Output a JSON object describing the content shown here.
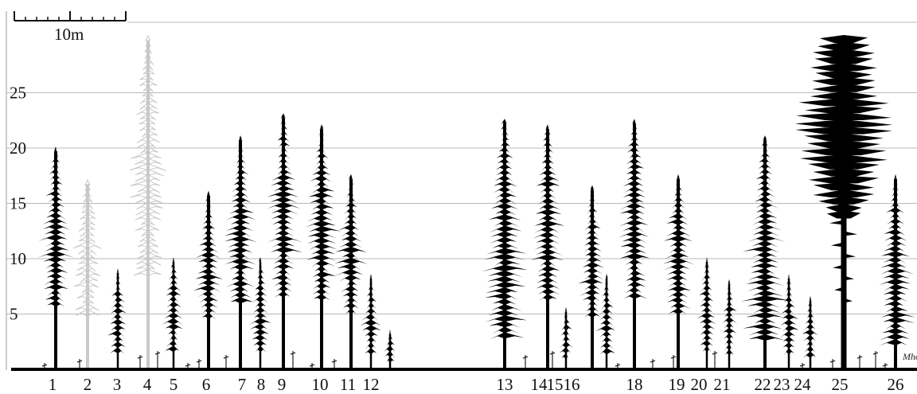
{
  "scale_bar": {
    "label": "10m"
  },
  "y_ticks": [
    5,
    10,
    15,
    20,
    25
  ],
  "trees": [
    {
      "label": "1",
      "h": 20
    },
    {
      "label": "2",
      "h": 17,
      "ghost": true
    },
    {
      "label": "3",
      "h": 9
    },
    {
      "label": "4",
      "h": 30,
      "ghost": true
    },
    {
      "label": "5",
      "h": 10
    },
    {
      "label": "6",
      "h": 16
    },
    {
      "label": "7",
      "h": 21
    },
    {
      "label": "8",
      "h": 10
    },
    {
      "label": "9",
      "h": 23
    },
    {
      "label": "10",
      "h": 22
    },
    {
      "label": "11",
      "h": 17.5
    },
    {
      "label": "12",
      "h": 8.5
    },
    {
      "label": "",
      "h": 3.5
    },
    {
      "label": "13",
      "h": 22.5,
      "dense": true
    },
    {
      "label": "14",
      "h": 22
    },
    {
      "label": "15",
      "h": 5.5
    },
    {
      "label": "16",
      "h": 16.5
    },
    {
      "label": "",
      "h": 8.5
    },
    {
      "label": "18",
      "h": 22.5
    },
    {
      "label": "19",
      "h": 17.5
    },
    {
      "label": "20",
      "h": 10
    },
    {
      "label": "21",
      "h": 8
    },
    {
      "label": "22",
      "h": 21,
      "dense": true
    },
    {
      "label": "23",
      "h": 8.5
    },
    {
      "label": "24",
      "h": 6.5
    },
    {
      "label": "25",
      "h": 30,
      "crown": true
    },
    {
      "label": "26",
      "h": 17.5,
      "dense": true
    }
  ],
  "signature": "Mho"
}
